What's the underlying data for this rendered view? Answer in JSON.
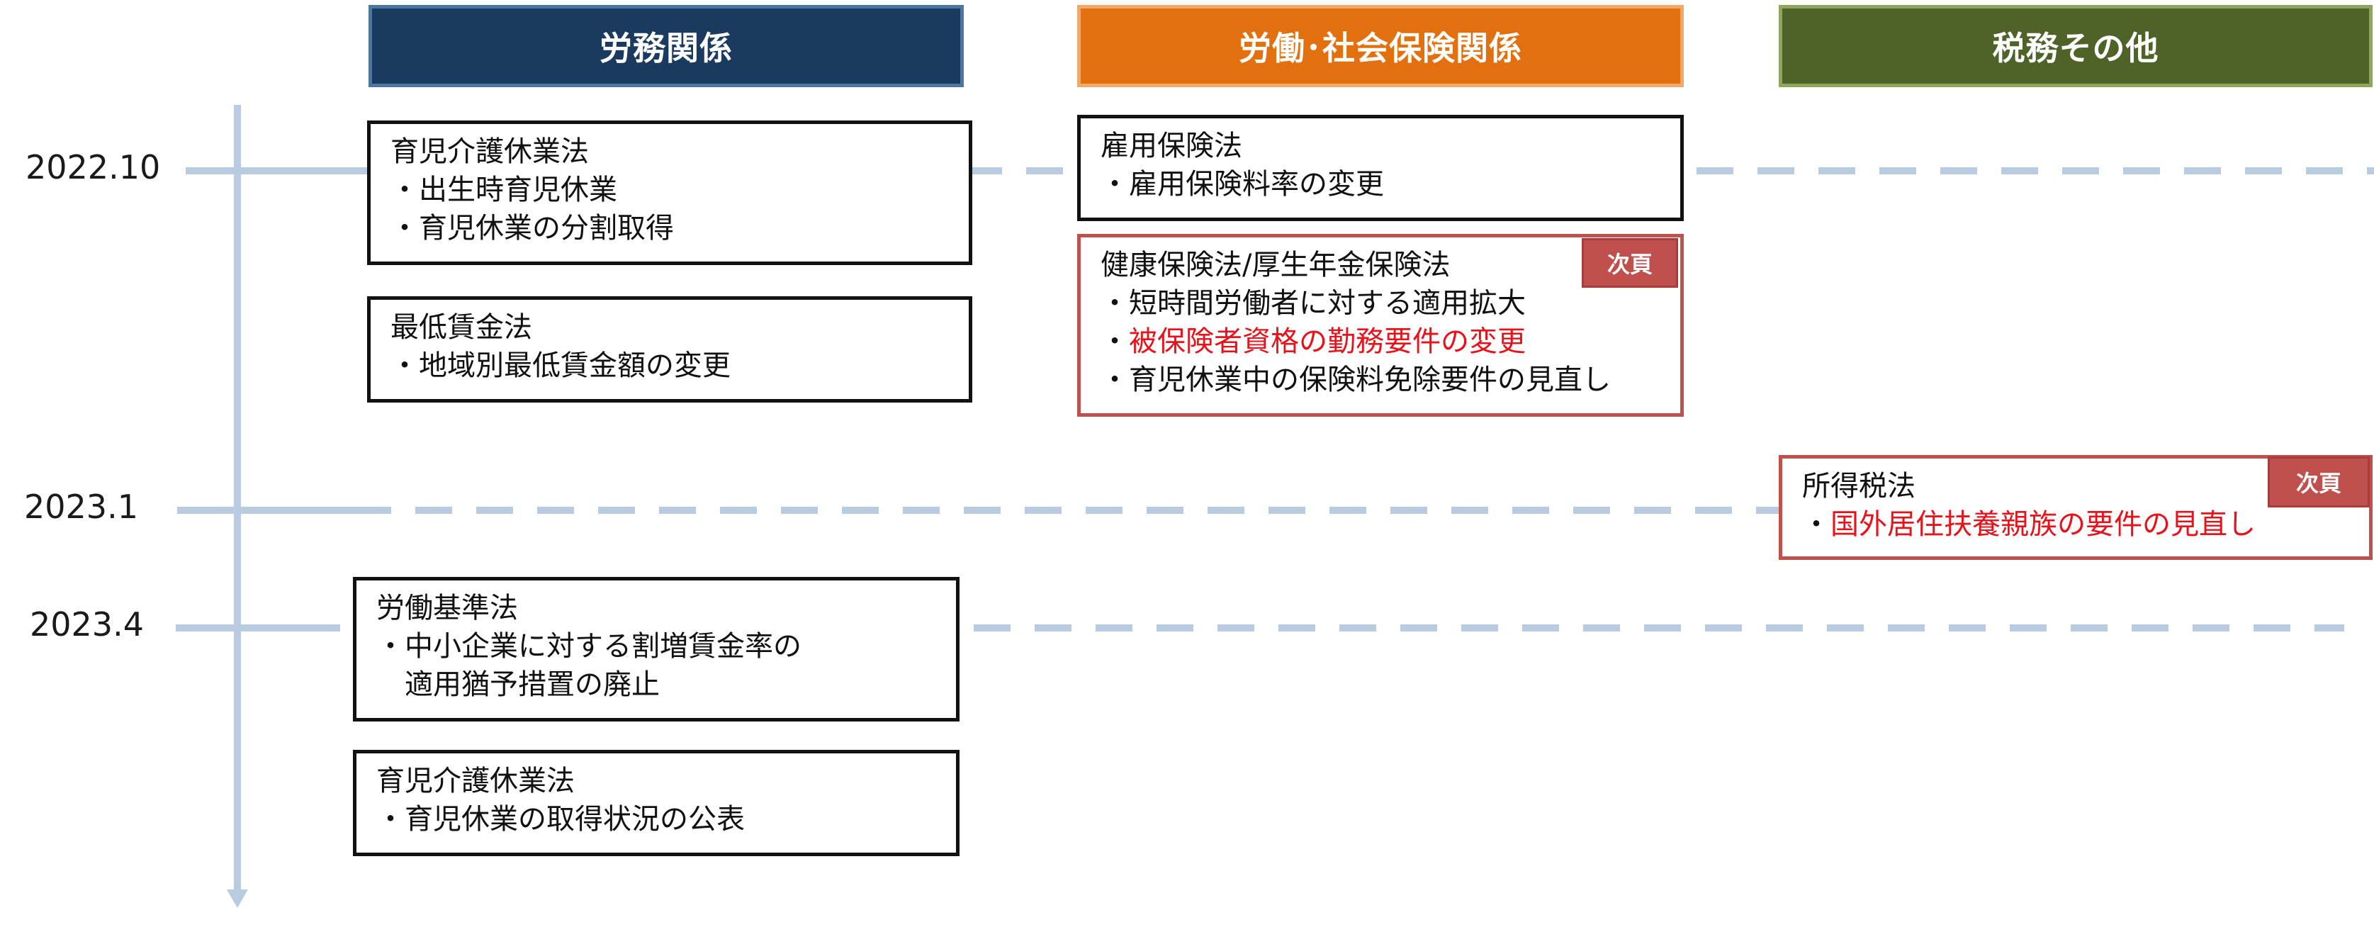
{
  "columns": [
    {
      "label": "労務関係",
      "color": "#1b3a5f"
    },
    {
      "label": "労働･社会保険関係",
      "color": "#e2700f"
    },
    {
      "label": "税務その他",
      "color": "#4f6228"
    }
  ],
  "dates": [
    "2022.10",
    "2023.1",
    "2023.4"
  ],
  "boxes": {
    "childcare_2022": {
      "title": "育児介護休業法",
      "items": [
        "出生時育児休業",
        "育児休業の分割取得"
      ]
    },
    "min_wage": {
      "title": "最低賃金法",
      "items": [
        "地域別最低賃金額の変更"
      ]
    },
    "employment_ins": {
      "title": "雇用保険法",
      "items": [
        "雇用保険料率の変更"
      ]
    },
    "health_ins": {
      "title": "健康保険法/厚生年金保険法",
      "items": [
        "短時間労働者に対する適用拡大",
        "被保険者資格の勤務要件の変更",
        "育児休業中の保険料免除要件の見直し"
      ]
    },
    "income_tax": {
      "title": "所得税法",
      "items": [
        "国外居住扶養親族の要件の見直し"
      ]
    },
    "labor_std": {
      "title": "労働基準法",
      "items": [
        "中小企業に対する割増賃金率の",
        "適用猶予措置の廃止"
      ]
    },
    "childcare_2023": {
      "title": "育児介護休業法",
      "items": [
        "育児休業の取得状況の公表"
      ]
    }
  },
  "badges": {
    "next_page": "次頁"
  },
  "bullet": "・",
  "colors": {
    "highlight_border": "#c0504d",
    "highlight_text": "#e8121b",
    "axis": "#b9cbe1"
  }
}
